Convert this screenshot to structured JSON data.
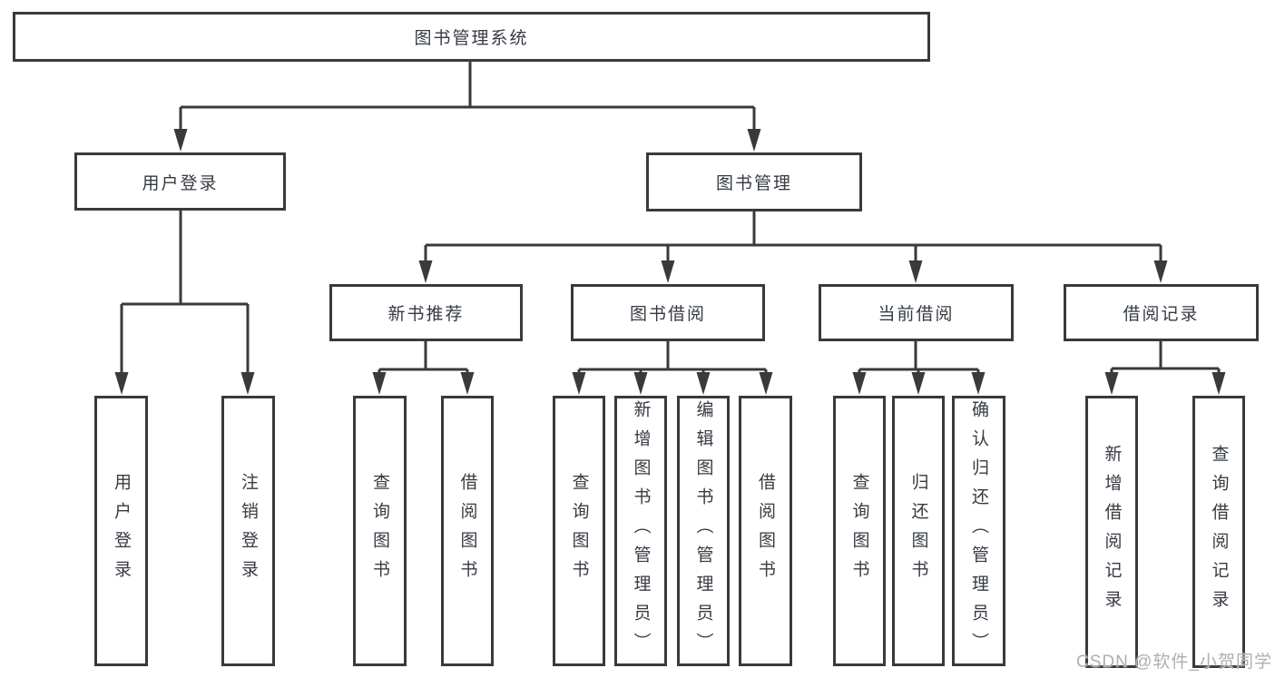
{
  "diagram_title": "图书管理系统",
  "tree": {
    "label": "图书管理系统",
    "children": [
      {
        "label": "用户登录",
        "children": [
          {
            "label": "用户登录"
          },
          {
            "label": "注销登录"
          }
        ]
      },
      {
        "label": "图书管理",
        "children": [
          {
            "label": "新书推荐",
            "children": [
              {
                "label": "查询图书"
              },
              {
                "label": "借阅图书"
              }
            ]
          },
          {
            "label": "图书借阅",
            "children": [
              {
                "label": "查询图书"
              },
              {
                "label": "新增图书（管理员）"
              },
              {
                "label": "编辑图书（管理员）"
              },
              {
                "label": "借阅图书"
              }
            ]
          },
          {
            "label": "当前借阅",
            "children": [
              {
                "label": "查询图书"
              },
              {
                "label": "归还图书"
              },
              {
                "label": "确认归还（管理员）"
              }
            ]
          },
          {
            "label": "借阅记录",
            "children": [
              {
                "label": "新增借阅记录"
              },
              {
                "label": "查询借阅记录"
              }
            ]
          }
        ]
      }
    ]
  },
  "watermark": {
    "text": "CSDN @软件_小贺同学"
  },
  "colors": {
    "line": "#3a3a3c",
    "box_border": "#3a3a3c",
    "text": "#363b42",
    "watermark": "#aeaeae",
    "background": "#ffffff"
  }
}
